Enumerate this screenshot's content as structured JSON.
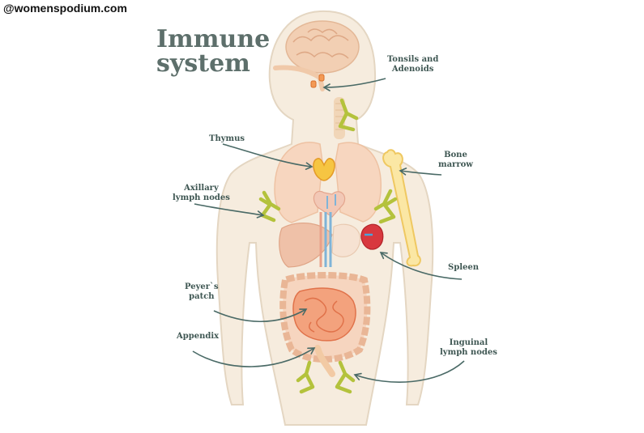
{
  "watermark": "@womenspodium.com",
  "title": {
    "line1": "Immune",
    "line2": "system"
  },
  "labels": {
    "tonsils": {
      "line1": "Tonsils and",
      "line2": "Adenoids"
    },
    "thymus": {
      "line1": "Thymus"
    },
    "bone_marrow": {
      "line1": "Bone",
      "line2": "marrow"
    },
    "axillary": {
      "line1": "Axillary",
      "line2": "lymph nodes"
    },
    "spleen": {
      "line1": "Spleen"
    },
    "peyers": {
      "line1": "Peyer`s",
      "line2": "patch"
    },
    "appendix": {
      "line1": "Appendix"
    },
    "inguinal": {
      "line1": "Inguinal",
      "line2": "lymph nodes"
    }
  },
  "colors": {
    "body_fill": "#f6ecde",
    "body_outline": "#e4d6c2",
    "arrow": "#4a6a66",
    "lymph_node": "#b4c23c",
    "thymus": "#f6c542",
    "spleen": "#d8383e",
    "bone": "#fbe7a4",
    "intestine": "#f3a27d",
    "brain": "#f2cfb3"
  }
}
